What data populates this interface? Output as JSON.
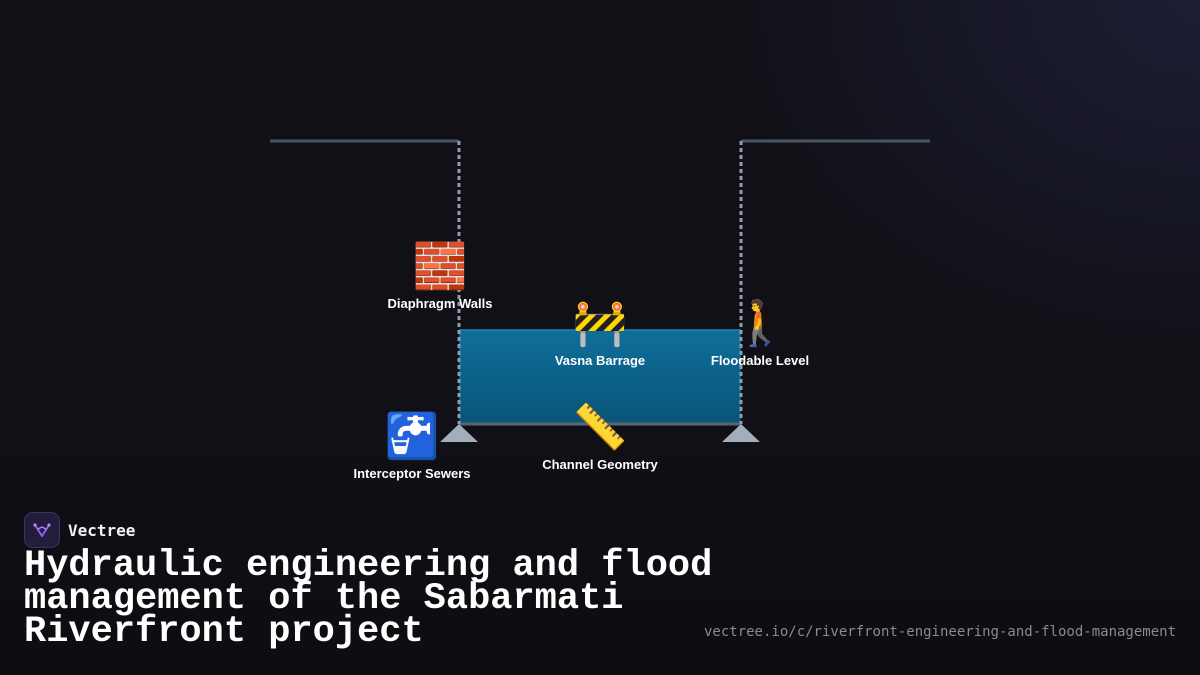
{
  "nodes": [
    {
      "icon": "🧱",
      "icon_name": "brick-wall-icon",
      "label": "Diaphragm Walls"
    },
    {
      "icon": "🚧",
      "icon_name": "construction-barrier-icon",
      "label": "Vasna Barrage"
    },
    {
      "icon": "🚶",
      "icon_name": "walking-person-icon",
      "label": "Floodable Level"
    },
    {
      "icon": "🚰",
      "icon_name": "potable-water-tap-icon",
      "label": "Interceptor Sewers"
    },
    {
      "icon": "📏",
      "icon_name": "ruler-icon",
      "label": "Channel Geometry"
    }
  ],
  "brand": {
    "name": "Vectree",
    "logo_icon": "vectree-logo-icon"
  },
  "title": "Hydraulic engineering and flood management of the Sabarmati Riverfront project",
  "url": "vectree.io/c/riverfront-engineering-and-flood-management",
  "colors": {
    "water_top": "#0e6f9a",
    "water_bottom": "#0a5478",
    "wall": "#8f9db0",
    "bank": "#4a5563",
    "background": "#101016"
  }
}
